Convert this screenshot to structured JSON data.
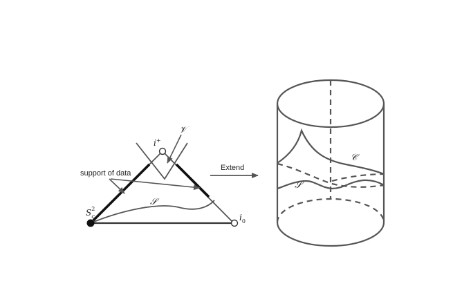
{
  "diagram": {
    "left_figure": {
      "labels": {
        "i_plus": "i",
        "i_plus_sup": "+",
        "i_zero": "i",
        "i_zero_sub": "0",
        "sphere": "S",
        "sphere_sub": "c",
        "sphere_sup": "2",
        "script_v": "𝒱",
        "script_s": "𝒮",
        "support_of_data": "support of data"
      }
    },
    "arrow": {
      "label": "Extend"
    },
    "right_figure": {
      "labels": {
        "script_c": "𝒞",
        "script_s": "𝒮"
      }
    }
  }
}
